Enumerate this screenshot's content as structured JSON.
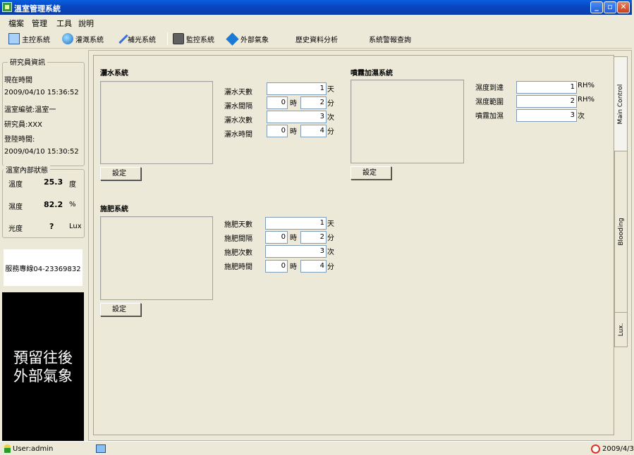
{
  "window": {
    "title": "溫室管理系統",
    "icon": "app-icon",
    "controls": [
      "minimize-icon",
      "maximize-icon",
      "close-icon"
    ]
  },
  "menu": [
    "檔案",
    "管理",
    "工具",
    "說明"
  ],
  "toolbar": {
    "main_control": "主控系統",
    "irrigation": "灌溉系統",
    "lighting": "補光系統",
    "monitoring": "監控系統",
    "weather": "外部氣象",
    "history": "歷史資料分析",
    "alerts": "系統警報查詢"
  },
  "left": {
    "researcher_legend": "研究員資訊",
    "now_label": "現在時間",
    "now_value": "2009/04/10  15:36:52",
    "greenhouse_id": "溫室編號:溫室一",
    "researcher": "研究員:XXX",
    "login_label": "登陸時間:",
    "login_value": "2009/04/10  15:30:52",
    "status_legend": "溫室內部狀態",
    "temp_label": "溫度",
    "temp_value": "25.3",
    "temp_unit": "度",
    "humid_label": "濕度",
    "humid_value": "82.2",
    "humid_unit": "%",
    "light_label": "光度",
    "light_value": "?",
    "light_unit": "Lux",
    "service": "服務專線04-23369832",
    "weather_placeholder_1": "預留往後",
    "weather_placeholder_2": "外部氣象"
  },
  "watering": {
    "title": "灑水系統",
    "set_button": "設定",
    "days_label": "灑水天數",
    "days_value": "1",
    "days_unit": "天",
    "interval_label": "灑水間隔",
    "interval_h": "0",
    "interval_h_unit": "時",
    "interval_m": "2",
    "interval_m_unit": "分",
    "count_label": "灑水次數",
    "count_value": "3",
    "count_unit": "次",
    "time_label": "灑水時間",
    "time_h": "0",
    "time_h_unit": "時",
    "time_m": "4",
    "time_m_unit": "分"
  },
  "fertilizer": {
    "title": "施肥系統",
    "set_button": "設定",
    "days_label": "施肥天數",
    "days_value": "1",
    "days_unit": "天",
    "interval_label": "施肥間隔",
    "interval_h": "0",
    "interval_h_unit": "時",
    "interval_m": "2",
    "interval_m_unit": "分",
    "count_label": "施肥次數",
    "count_value": "3",
    "count_unit": "次",
    "time_label": "施肥時間",
    "time_h": "0",
    "time_h_unit": "時",
    "time_m": "4",
    "time_m_unit": "分"
  },
  "mist": {
    "title": "噴霧加濕系統",
    "set_button": "設定",
    "target_label": "濕度到達",
    "target_value": "1",
    "target_unit": "RH%",
    "range_label": "濕度範圍",
    "range_value": "2",
    "range_unit": "RH%",
    "times_label": "噴霧加濕",
    "times_value": "3",
    "times_unit": "次"
  },
  "tabs": [
    "Main Control",
    "Blooding",
    "Lux."
  ],
  "status": {
    "user": "User:admin",
    "date": "2009/4/3"
  }
}
